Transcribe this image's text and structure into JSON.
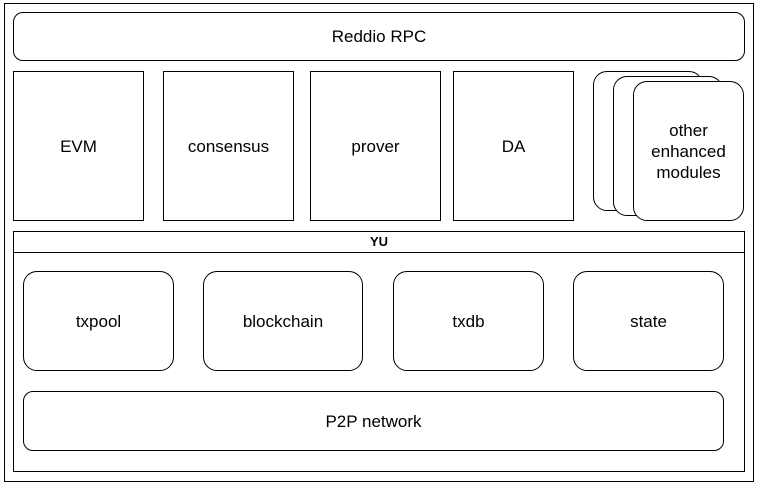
{
  "top": {
    "rpc_label": "Reddio RPC"
  },
  "modules": {
    "evm": "EVM",
    "consensus": "consensus",
    "prover": "prover",
    "da": "DA",
    "other": "other enhanced modules"
  },
  "yu": {
    "title": "YU",
    "txpool": "txpool",
    "blockchain": "blockchain",
    "txdb": "txdb",
    "state": "state",
    "p2p": "P2P network"
  }
}
